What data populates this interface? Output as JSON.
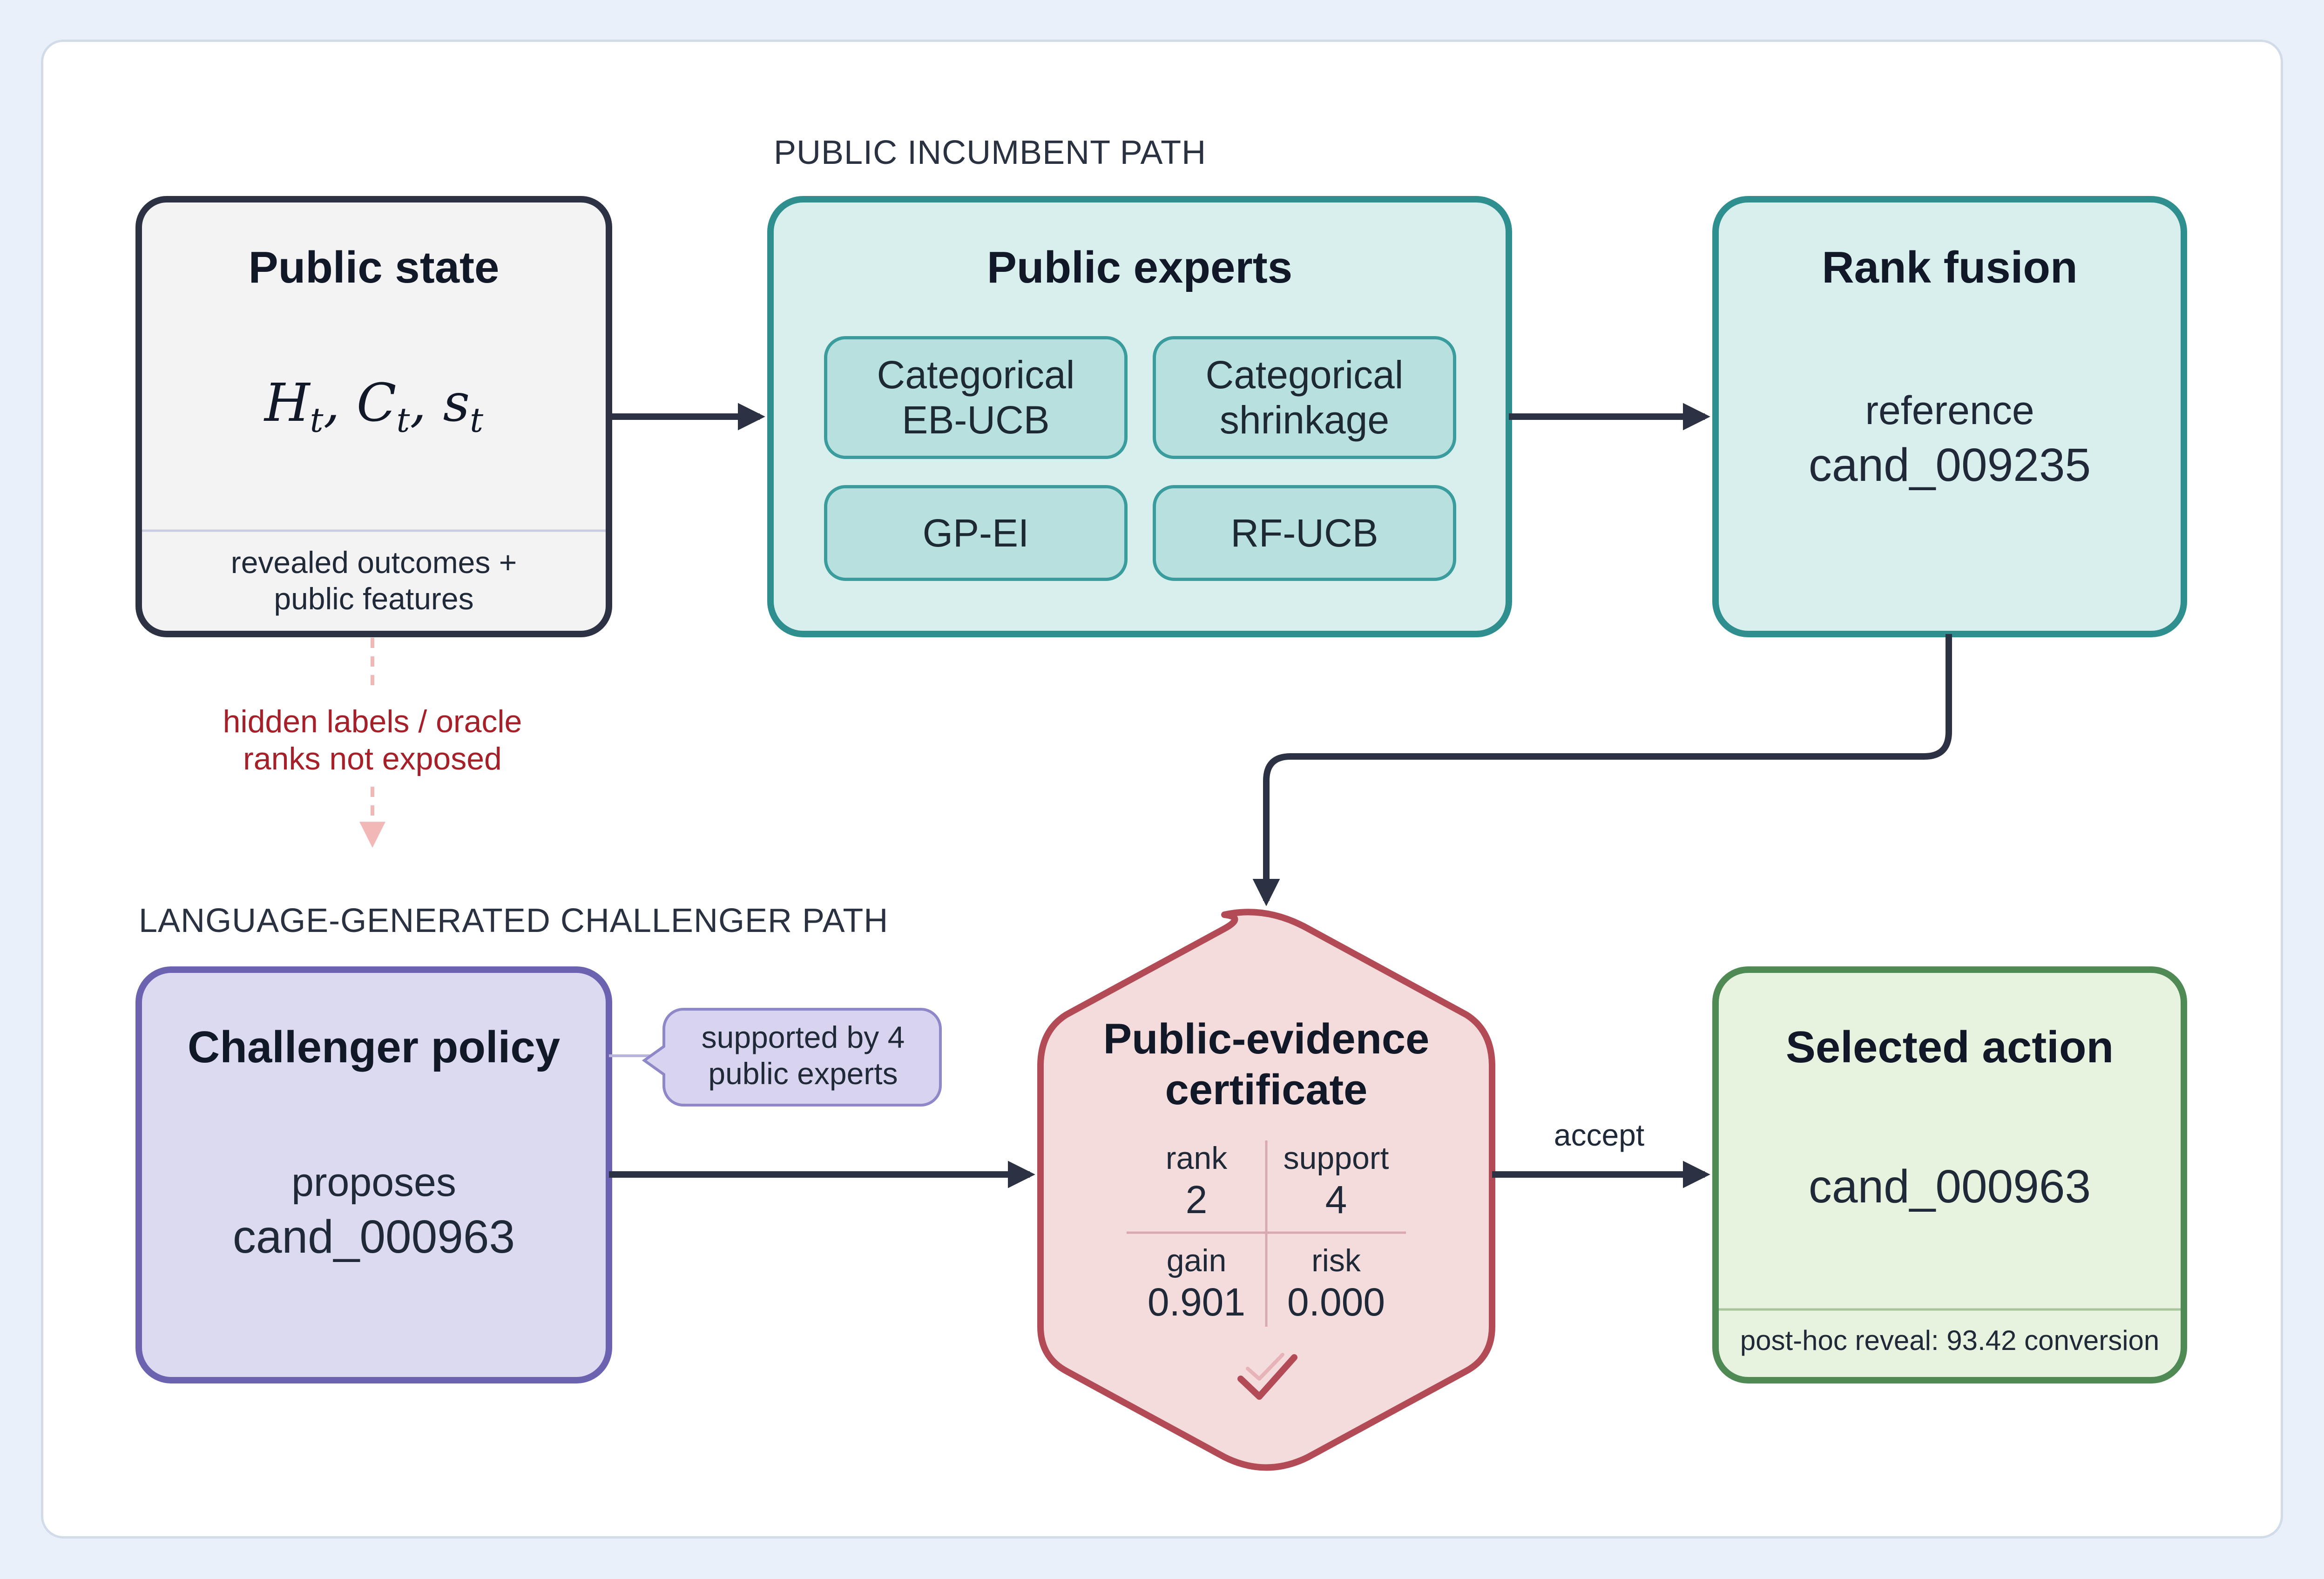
{
  "sections": {
    "incumbent_path": "PUBLIC INCUMBENT PATH",
    "challenger_path": "LANGUAGE-GENERATED CHALLENGER PATH"
  },
  "public_state": {
    "title": "Public state",
    "math_H": "H",
    "math_H_sub": "t",
    "math_C": "C",
    "math_C_sub": "t",
    "math_s": "s",
    "math_s_sub": "t",
    "footer_line1": "revealed outcomes +",
    "footer_line2": "public features"
  },
  "public_experts": {
    "title": "Public experts",
    "experts": [
      {
        "line1": "Categorical",
        "line2": "EB-UCB"
      },
      {
        "line1": "Categorical",
        "line2": "shrinkage"
      },
      {
        "line1": "GP-EI",
        "line2": ""
      },
      {
        "line1": "RF-UCB",
        "line2": ""
      }
    ]
  },
  "rank_fusion": {
    "title": "Rank fusion",
    "line1": "reference",
    "line2": "cand_009235"
  },
  "hidden_note": {
    "line1": "hidden labels / oracle",
    "line2": "ranks not exposed"
  },
  "challenger": {
    "title": "Challenger policy",
    "line1": "proposes",
    "line2": "cand_000963",
    "callout_line1": "supported by 4",
    "callout_line2": "public experts"
  },
  "certificate": {
    "title_line1": "Public-evidence",
    "title_line2": "certificate",
    "rank_label": "rank",
    "rank_value": "2",
    "support_label": "support",
    "support_value": "4",
    "gain_label": "gain",
    "gain_value": "0.901",
    "risk_label": "risk",
    "risk_value": "0.000"
  },
  "accept_label": "accept",
  "selected": {
    "title": "Selected action",
    "value": "cand_000963",
    "footer": "post-hoc reveal: 93.42 conversion"
  },
  "colors": {
    "dark": "#2c3244",
    "teal": "#2f8f8f",
    "teal_fill": "#d9efed",
    "purple": "#6b63b0",
    "purple_fill": "#dcdaf1",
    "red": "#b24b56",
    "red_fill": "#f5dcdc",
    "green": "#4f8a55",
    "green_fill": "#e7f2df",
    "hidden_red": "#a6202a"
  }
}
